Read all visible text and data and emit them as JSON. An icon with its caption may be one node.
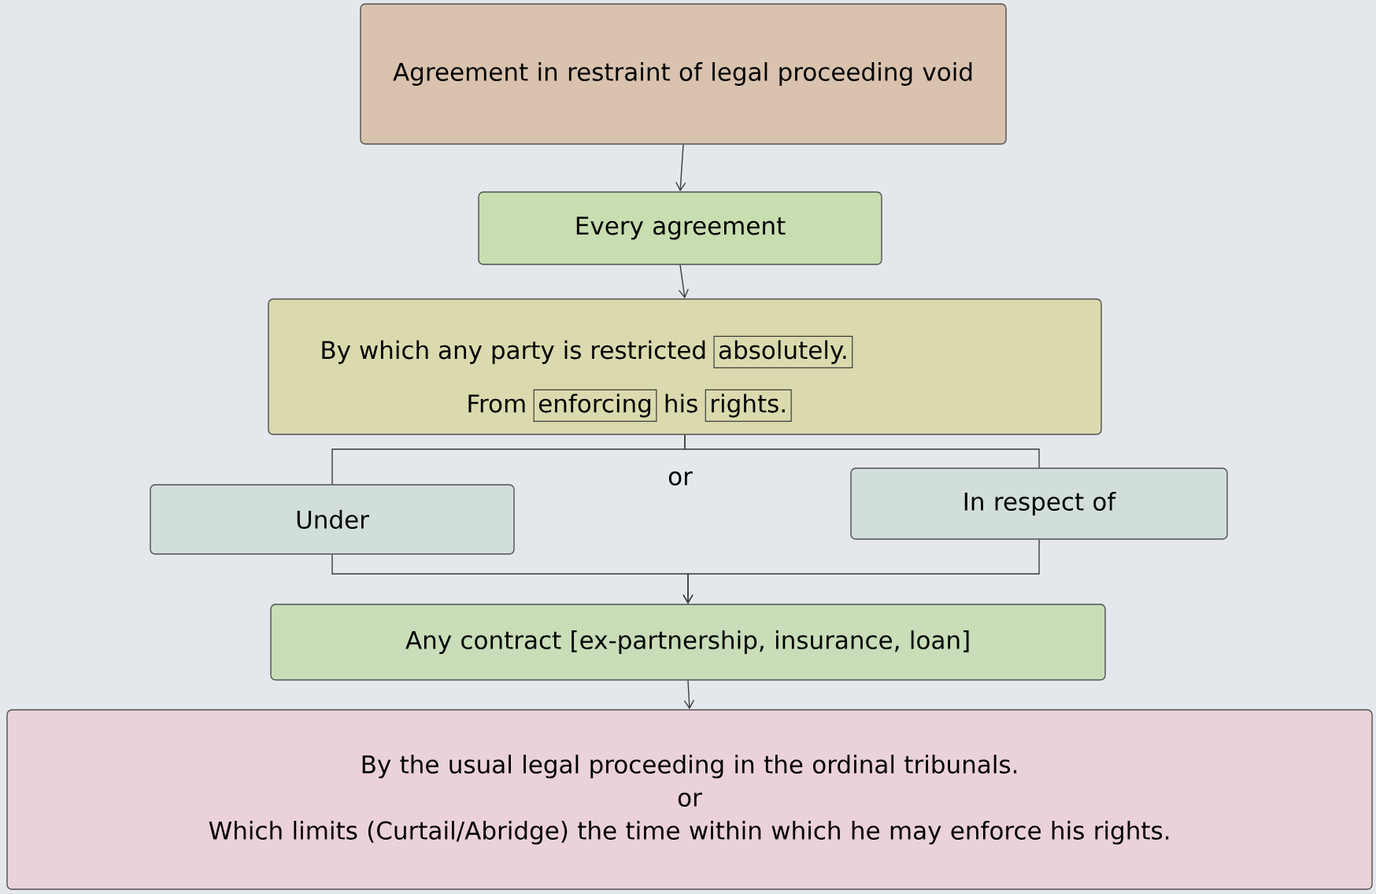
{
  "diagram": {
    "nodes": [
      {
        "text": [
          "Agreement in restraint of legal proceeding void"
        ]
      },
      {
        "text": [
          "Every agreement"
        ]
      },
      {
        "text": [
          "By which any party is restricted",
          "From",
          "his"
        ]
      },
      {
        "text": [
          "absolutely."
        ],
        "in": 2
      },
      {
        "text": [
          "enforcing"
        ],
        "in": 2
      },
      {
        "text": [
          "rights."
        ],
        "in": 2
      },
      {
        "text": [
          "Under"
        ]
      },
      {
        "text": [
          "In respect of"
        ]
      },
      {
        "text": [
          "Any contract [ex-partnership, insurance, loan]"
        ]
      },
      {
        "text": [
          "By the usual legal proceeding in the ordinal tribunals.",
          "or",
          "Which limits (Curtail/Abridge) the time within which he may enforce his rights."
        ]
      }
    ],
    "edges": [
      {
        "from": 0,
        "to": 1,
        "arrow": "to"
      },
      {
        "from": 1,
        "to": 2,
        "arrow": "to"
      },
      {
        "from": 2,
        "to": 6,
        "arrow": "none"
      },
      {
        "from": 2,
        "to": 7,
        "arrow": "none"
      },
      {
        "from": 6,
        "to": 8,
        "arrow": "to"
      },
      {
        "from": 7,
        "to": 8,
        "arrow": "to"
      },
      {
        "from": 8,
        "to": 9,
        "arrow": "to"
      }
    ],
    "labels": [
      "or"
    ]
  }
}
